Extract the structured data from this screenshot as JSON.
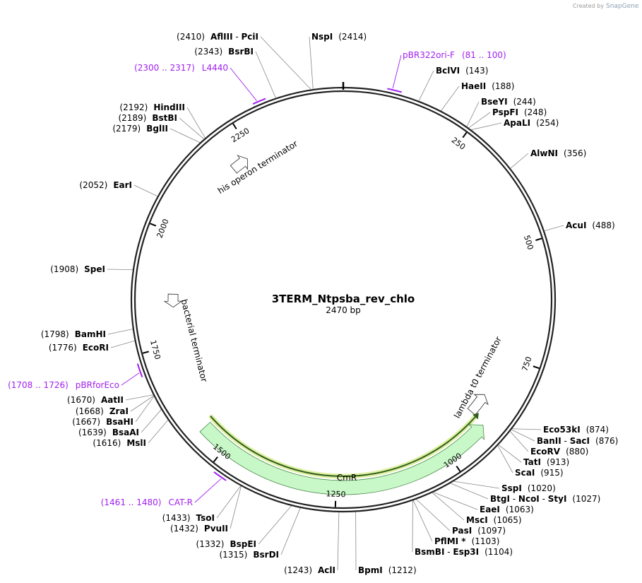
{
  "map": {
    "name": "3TERM_Ntpsba_rev_chlo",
    "length_label": "2470 bp",
    "total_bp": 2470
  },
  "credit": {
    "created_by": "Created by",
    "brand": "SnapGene"
  },
  "colors": {
    "primer": "#a020f0",
    "cmr_fill": "#c8f7c8",
    "cmr_stroke": "#4a8a4a",
    "cmr_halo": "#dff0a0",
    "ring": "#222222"
  },
  "ticks": [
    {
      "label": "250",
      "bp": 250
    },
    {
      "label": "500",
      "bp": 500
    },
    {
      "label": "750",
      "bp": 750
    },
    {
      "label": "1000",
      "bp": 1000
    },
    {
      "label": "1250",
      "bp": 1250
    },
    {
      "label": "1500",
      "bp": 1500
    },
    {
      "label": "1750",
      "bp": 1750
    },
    {
      "label": "2000",
      "bp": 2000
    },
    {
      "label": "2250",
      "bp": 2250
    }
  ],
  "sites": [
    {
      "parts": [
        {
          "t": "AflIII",
          "b": true
        },
        {
          "t": " - "
        },
        {
          "t": "PciI",
          "b": true
        }
      ],
      "pos": "(2410)",
      "bp": 2410
    },
    {
      "parts": [
        {
          "t": "NspI",
          "b": true
        }
      ],
      "pos": "(2414)",
      "bp": 2414
    },
    {
      "parts": [
        {
          "t": "BsrBI",
          "b": true
        }
      ],
      "pos": "(2343)",
      "bp": 2343
    },
    {
      "parts": [
        {
          "t": "BclVI",
          "b": true
        }
      ],
      "pos": "(143)",
      "bp": 143
    },
    {
      "parts": [
        {
          "t": "HaeII",
          "b": true
        }
      ],
      "pos": "(188)",
      "bp": 188
    },
    {
      "parts": [
        {
          "t": "BseYI",
          "b": true
        }
      ],
      "pos": "(244)",
      "bp": 244
    },
    {
      "parts": [
        {
          "t": "PspFI",
          "b": true
        }
      ],
      "pos": "(248)",
      "bp": 248
    },
    {
      "parts": [
        {
          "t": "ApaLI",
          "b": true
        }
      ],
      "pos": "(254)",
      "bp": 254
    },
    {
      "parts": [
        {
          "t": "AlwNI",
          "b": true
        }
      ],
      "pos": "(356)",
      "bp": 356
    },
    {
      "parts": [
        {
          "t": "AcuI",
          "b": true
        }
      ],
      "pos": "(488)",
      "bp": 488
    },
    {
      "parts": [
        {
          "t": "HindIII",
          "b": true
        }
      ],
      "pos": "(2192)",
      "bp": 2192
    },
    {
      "parts": [
        {
          "t": "BstBI",
          "b": true
        }
      ],
      "pos": "(2189)",
      "bp": 2189
    },
    {
      "parts": [
        {
          "t": "BglII",
          "b": true
        }
      ],
      "pos": "(2179)",
      "bp": 2179
    },
    {
      "parts": [
        {
          "t": "EarI",
          "b": true
        }
      ],
      "pos": "(2052)",
      "bp": 2052
    },
    {
      "parts": [
        {
          "t": "SpeI",
          "b": true
        }
      ],
      "pos": "(1908)",
      "bp": 1908
    },
    {
      "parts": [
        {
          "t": "BamHI",
          "b": true
        }
      ],
      "pos": "(1798)",
      "bp": 1798
    },
    {
      "parts": [
        {
          "t": "EcoRI",
          "b": true
        }
      ],
      "pos": "(1776)",
      "bp": 1776
    },
    {
      "parts": [
        {
          "t": "AatII",
          "b": true
        }
      ],
      "pos": "(1670)",
      "bp": 1670
    },
    {
      "parts": [
        {
          "t": "ZraI",
          "b": true
        }
      ],
      "pos": "(1668)",
      "bp": 1668
    },
    {
      "parts": [
        {
          "t": "BsaHI",
          "b": true
        }
      ],
      "pos": "(1667)",
      "bp": 1667
    },
    {
      "parts": [
        {
          "t": "BsaAI",
          "b": true
        }
      ],
      "pos": "(1639)",
      "bp": 1639
    },
    {
      "parts": [
        {
          "t": "MslI",
          "b": true
        }
      ],
      "pos": "(1616)",
      "bp": 1616
    },
    {
      "parts": [
        {
          "t": "Eco53kI",
          "b": true
        }
      ],
      "pos": "(874)",
      "bp": 874
    },
    {
      "parts": [
        {
          "t": "BanII",
          "b": true
        },
        {
          "t": " - "
        },
        {
          "t": "SacI",
          "b": true
        }
      ],
      "pos": "(876)",
      "bp": 876
    },
    {
      "parts": [
        {
          "t": "EcoRV",
          "b": true
        }
      ],
      "pos": "(880)",
      "bp": 880
    },
    {
      "parts": [
        {
          "t": "TatI",
          "b": true
        }
      ],
      "pos": "(913)",
      "bp": 913
    },
    {
      "parts": [
        {
          "t": "ScaI",
          "b": true
        }
      ],
      "pos": "(915)",
      "bp": 915
    },
    {
      "parts": [
        {
          "t": "SspI",
          "b": true
        }
      ],
      "pos": "(1020)",
      "bp": 1020
    },
    {
      "parts": [
        {
          "t": "BtgI",
          "b": true
        },
        {
          "t": " - "
        },
        {
          "t": "NcoI",
          "b": true
        },
        {
          "t": " - "
        },
        {
          "t": "StyI",
          "b": true
        }
      ],
      "pos": "(1027)",
      "bp": 1027
    },
    {
      "parts": [
        {
          "t": "EaeI",
          "b": true
        }
      ],
      "pos": "(1063)",
      "bp": 1063
    },
    {
      "parts": [
        {
          "t": "MscI",
          "b": true
        }
      ],
      "pos": "(1065)",
      "bp": 1065
    },
    {
      "parts": [
        {
          "t": "PasI",
          "b": true
        }
      ],
      "pos": "(1097)",
      "bp": 1097
    },
    {
      "parts": [
        {
          "t": "PflMI",
          "b": true
        },
        {
          "t": " *",
          "b": true
        }
      ],
      "pos": "(1103)",
      "bp": 1103
    },
    {
      "parts": [
        {
          "t": "BsmBI",
          "b": true
        },
        {
          "t": " - "
        },
        {
          "t": "Esp3I",
          "b": true
        }
      ],
      "pos": "(1104)",
      "bp": 1104
    },
    {
      "parts": [
        {
          "t": "TsoI",
          "b": true
        }
      ],
      "pos": "(1433)",
      "bp": 1433
    },
    {
      "parts": [
        {
          "t": "PvuII",
          "b": true
        }
      ],
      "pos": "(1432)",
      "bp": 1432
    },
    {
      "parts": [
        {
          "t": "BspEI",
          "b": true
        }
      ],
      "pos": "(1332)",
      "bp": 1332
    },
    {
      "parts": [
        {
          "t": "BsrDI",
          "b": true
        }
      ],
      "pos": "(1315)",
      "bp": 1315
    },
    {
      "parts": [
        {
          "t": "AclI",
          "b": true
        }
      ],
      "pos": "(1243)",
      "bp": 1243
    },
    {
      "parts": [
        {
          "t": "BpmI",
          "b": true
        }
      ],
      "pos": "(1212)",
      "bp": 1212
    }
  ],
  "primers": [
    {
      "name": "pBR322ori-F",
      "range": "(81 .. 100)",
      "start": 81,
      "end": 100
    },
    {
      "name": "L4440",
      "range": "(2300 .. 2317)",
      "start": 2300,
      "end": 2317
    },
    {
      "name": "pBRforEco",
      "range": "(1708 .. 1726)",
      "start": 1708,
      "end": 1726
    },
    {
      "name": "CAT-R",
      "range": "(1461 .. 1480)",
      "start": 1461,
      "end": 1480
    }
  ],
  "features": [
    {
      "name": "his operon terminator",
      "start": 2195,
      "end": 2235,
      "dir": "cw"
    },
    {
      "name": "bacterial terminator",
      "start": 1835,
      "end": 1865,
      "dir": "ccw"
    },
    {
      "name": "lambda t0 terminator",
      "start": 850,
      "end": 900,
      "dir": "ccw"
    },
    {
      "name": "CmR",
      "start": 905,
      "end": 1560,
      "dir": "ccw"
    }
  ]
}
